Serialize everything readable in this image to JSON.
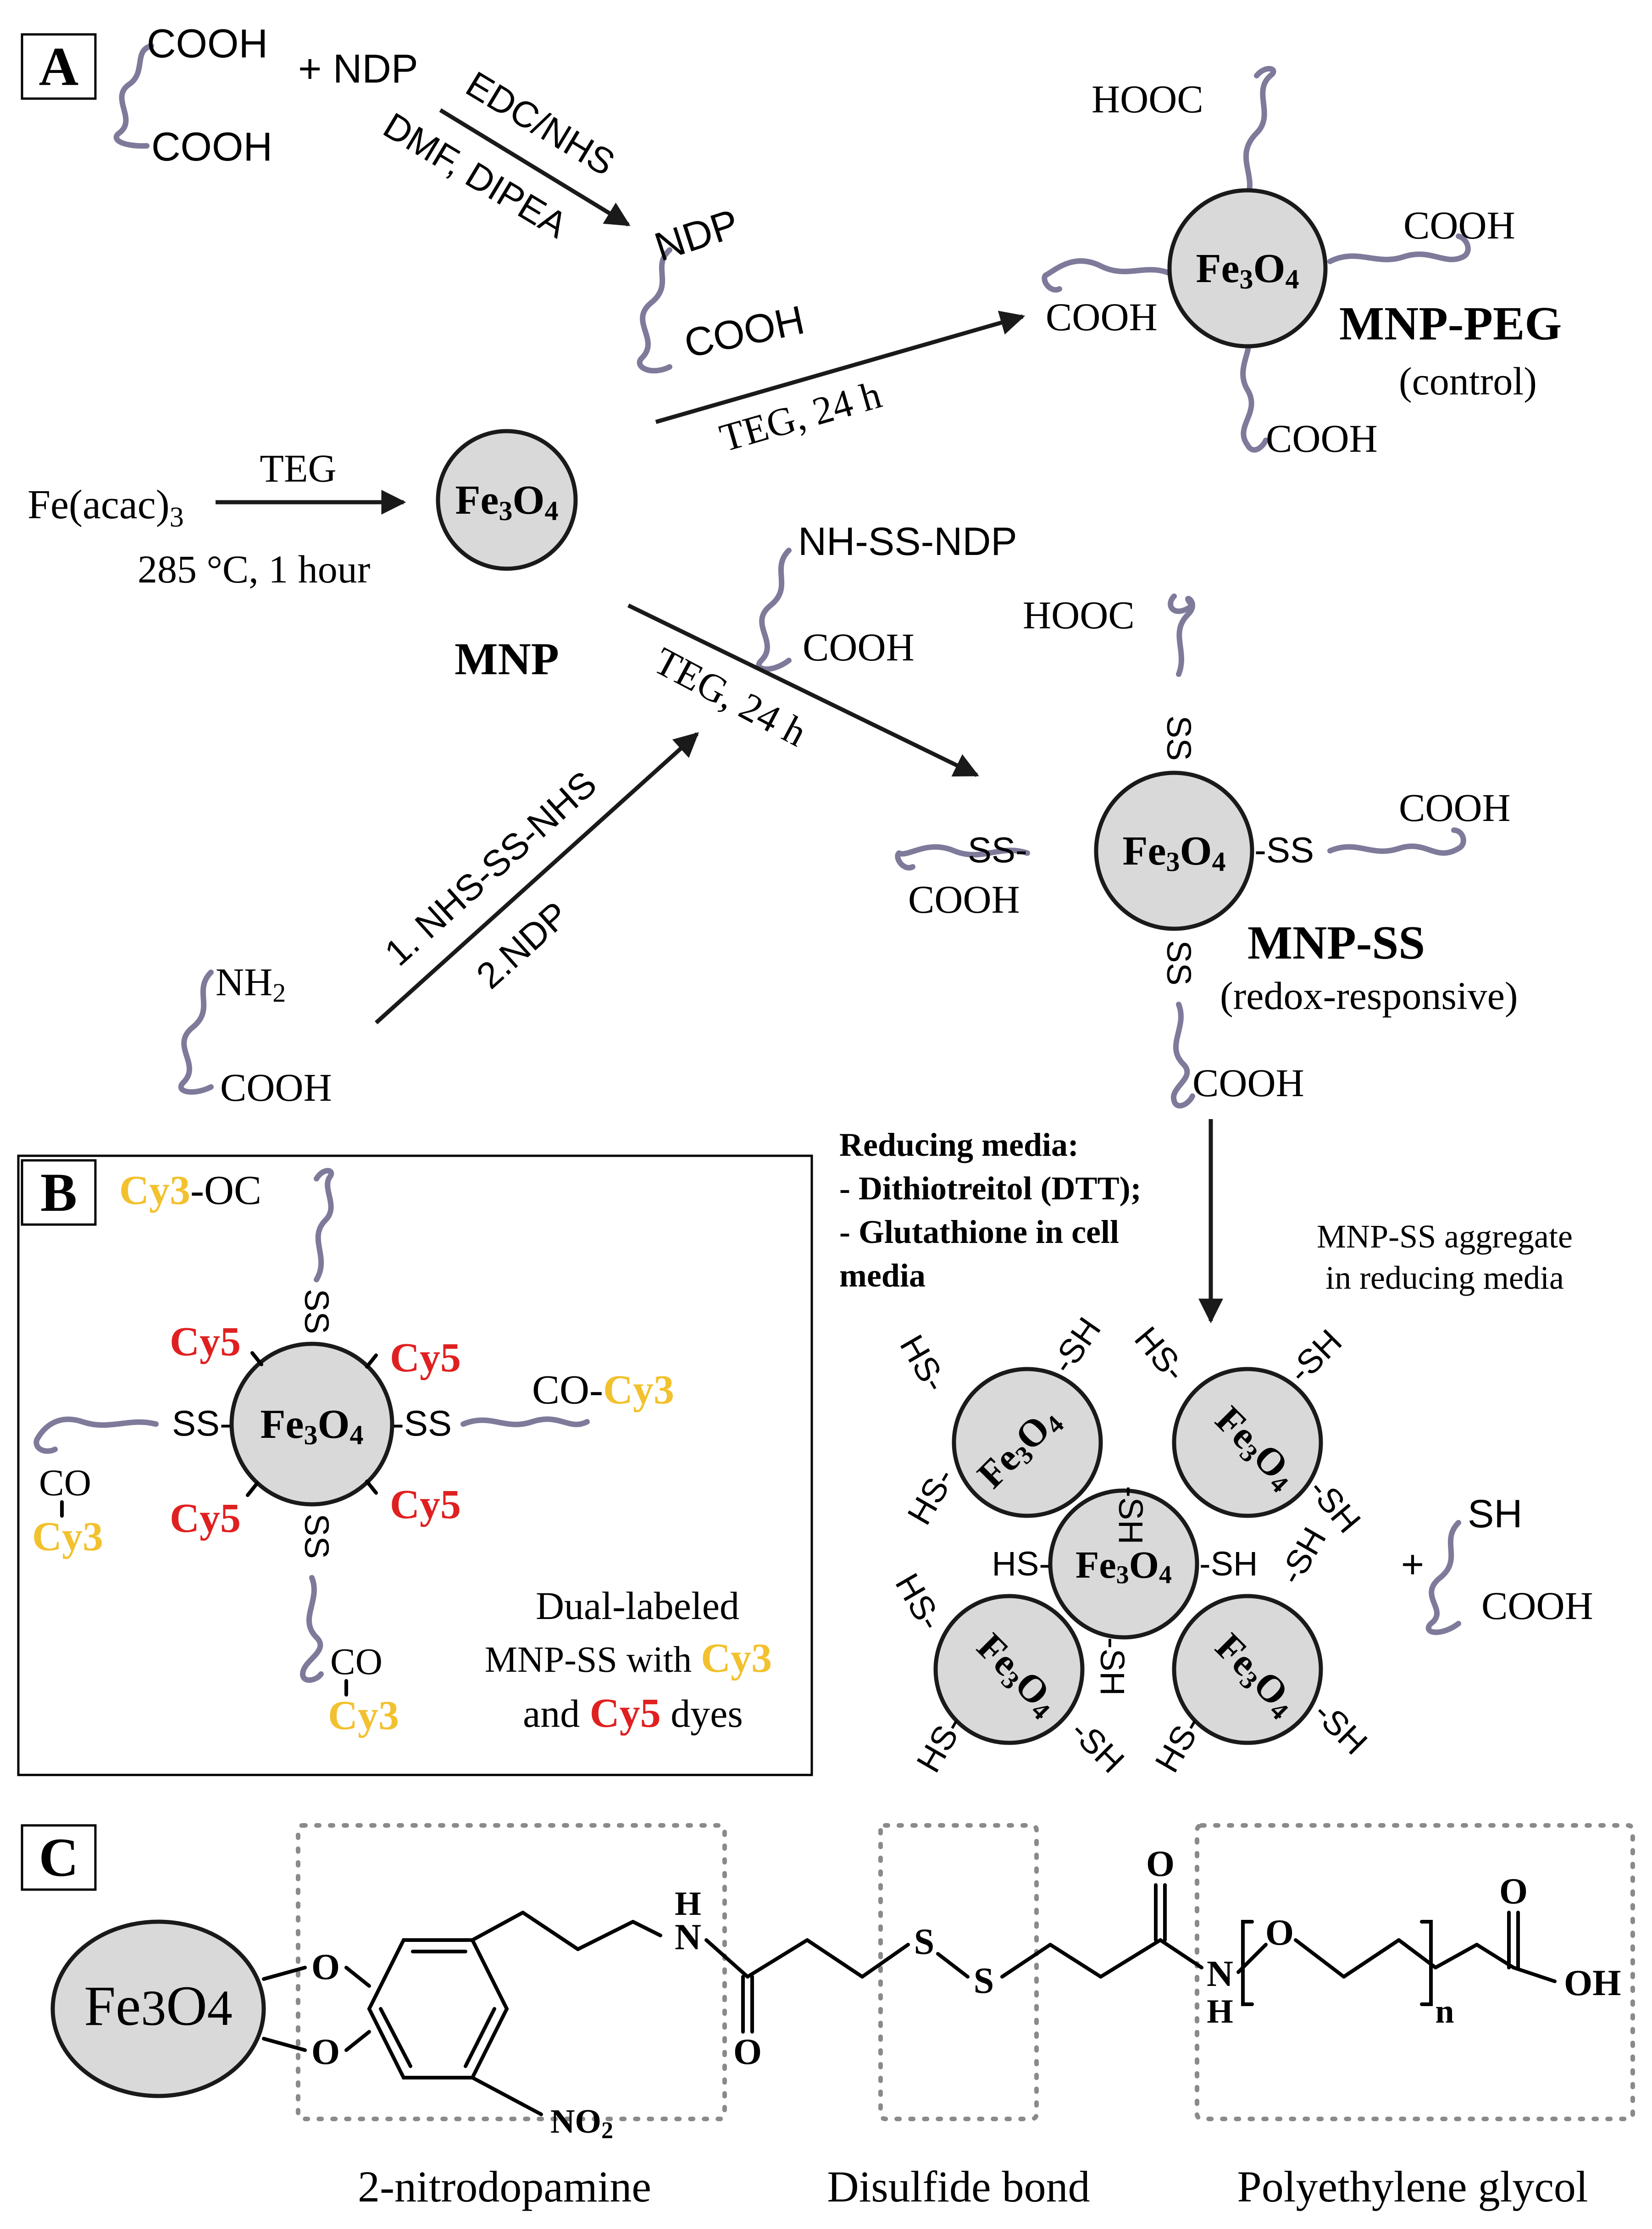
{
  "panels": {
    "A": "A",
    "B": "B",
    "C": "C"
  },
  "panelA": {
    "cooh": "COOH",
    "hooc": "HOOC",
    "plus_ndp": "+ NDP",
    "edc_nhs": "EDC/NHS",
    "dmf_dipea": "DMF, DIPEA",
    "ndp": "NDP",
    "teg_24h": "TEG, 24 h",
    "fe_acac": "Fe(acac)",
    "fe_acac_sub": "3",
    "teg": "TEG",
    "conditions": "285 °C, 1 hour",
    "mnp": "MNP",
    "mnp_peg": "MNP-PEG",
    "control": "(control)",
    "nh_ss_ndp": "NH-SS-NDP",
    "nh2": "NH",
    "nh2_sub": "2",
    "step1": "1. NHS-SS-NHS",
    "step2": "2.NDP",
    "mnp_ss": "MNP-SS",
    "redox": "(redox-responsive)",
    "ss": "SS",
    "ss_left": "SS-",
    "ss_right": "-SS"
  },
  "reducing": {
    "title": "Reducing media:",
    "item1": "- Dithiotreitol (DTT);",
    "item2": "- Glutathione in cell",
    "item3": "media",
    "aggregate_line1": "MNP-SS aggregate",
    "aggregate_line2": "in reducing media",
    "sh": "-SH",
    "hs": "HS-",
    "sh_plain": "SH",
    "plus": "+",
    "cooh": "COOH"
  },
  "particle": {
    "fe": "Fe",
    "sub3": "3",
    "o": "O",
    "sub4": "4"
  },
  "panelB": {
    "cy3": "Cy3",
    "cy5": "Cy5",
    "oc": "-OC",
    "co_dash": "CO-",
    "co": "CO",
    "ss": "SS",
    "ss_left": "SS-",
    "ss_right": "-SS",
    "caption1": "Dual-labeled",
    "caption2": "MNP-SS with ",
    "caption3a": "and ",
    "caption3b": " dyes"
  },
  "panelC": {
    "fe_label": "Fe",
    "o": "O",
    "h": "H",
    "n": "N",
    "s": "S",
    "no2": "NO",
    "no2_sub": "2",
    "oh": "OH",
    "n_sub": "n",
    "label_nd": "2-nitrodopamine",
    "label_ss": "Disulfide bond",
    "label_peg": "Polyethylene glycol"
  }
}
